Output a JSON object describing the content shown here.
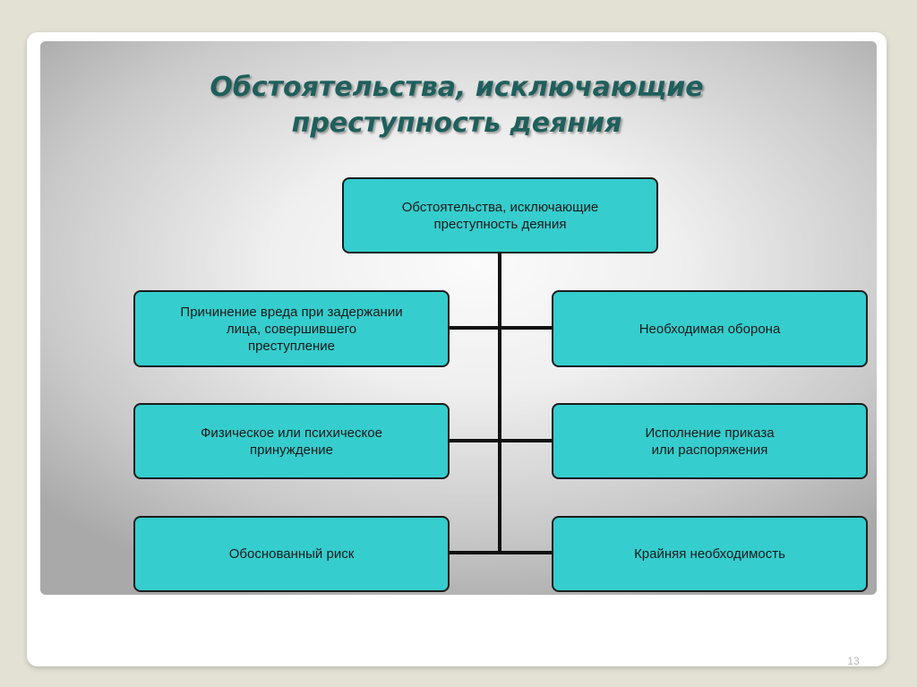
{
  "slide": {
    "title_line1": "Обстоятельства, исключающие",
    "title_line2": "преступность деяния",
    "page_number": "13"
  },
  "diagram": {
    "root": "Обстоятельства, исключающие\nпреступность деяния",
    "left_nodes": [
      "Причинение вреда при задержании\nлица, совершившего\nпреступление",
      "Физическое или психическое\nпринуждение",
      "Обоснованный риск"
    ],
    "right_nodes": [
      "Необходимая оборона",
      "Исполнение приказа\nили распоряжения",
      "Крайняя необходимость"
    ]
  },
  "colors": {
    "node_fill": "#35cdcd",
    "title": "#1f5f5c",
    "connector": "#111111"
  }
}
